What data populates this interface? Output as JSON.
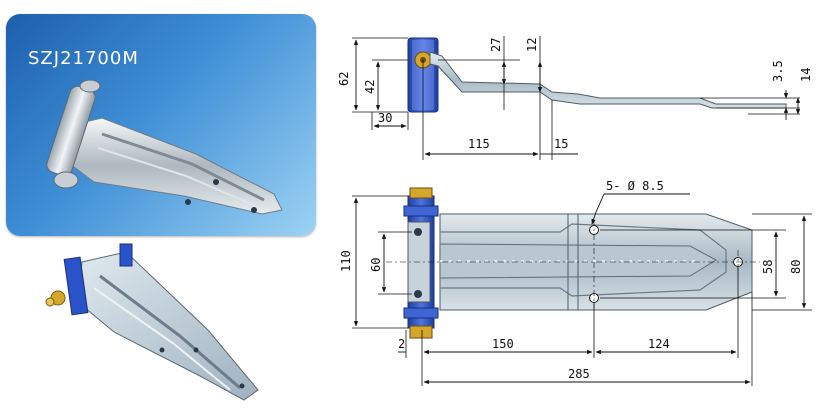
{
  "photo": {
    "model_label": "SZJ21700M"
  },
  "side_view": {
    "dims": {
      "height_total": "62",
      "height_inner": "42",
      "offset_1": "27",
      "offset_2": "12",
      "tip_thickness": "3.5",
      "tip_height": "14",
      "knuckle_width": "30",
      "step_length": "115",
      "step_width": "15"
    }
  },
  "top_view": {
    "dims": {
      "hole_callout": "5- Ø 8.5",
      "height_total": "110",
      "hole_spacing_vertical": "60",
      "hole_spacing_right": "58",
      "leaf_width": "80",
      "pin_offset": "2",
      "length_to_holes": "150",
      "length_holes_to_end": "124",
      "length_total": "285"
    }
  },
  "colors": {
    "steel": "#c9d3da",
    "steel_dark": "#7f8c96",
    "blue_knuckle": "#2b53c9",
    "bolt": "#d4a62a",
    "line": "#111111"
  }
}
